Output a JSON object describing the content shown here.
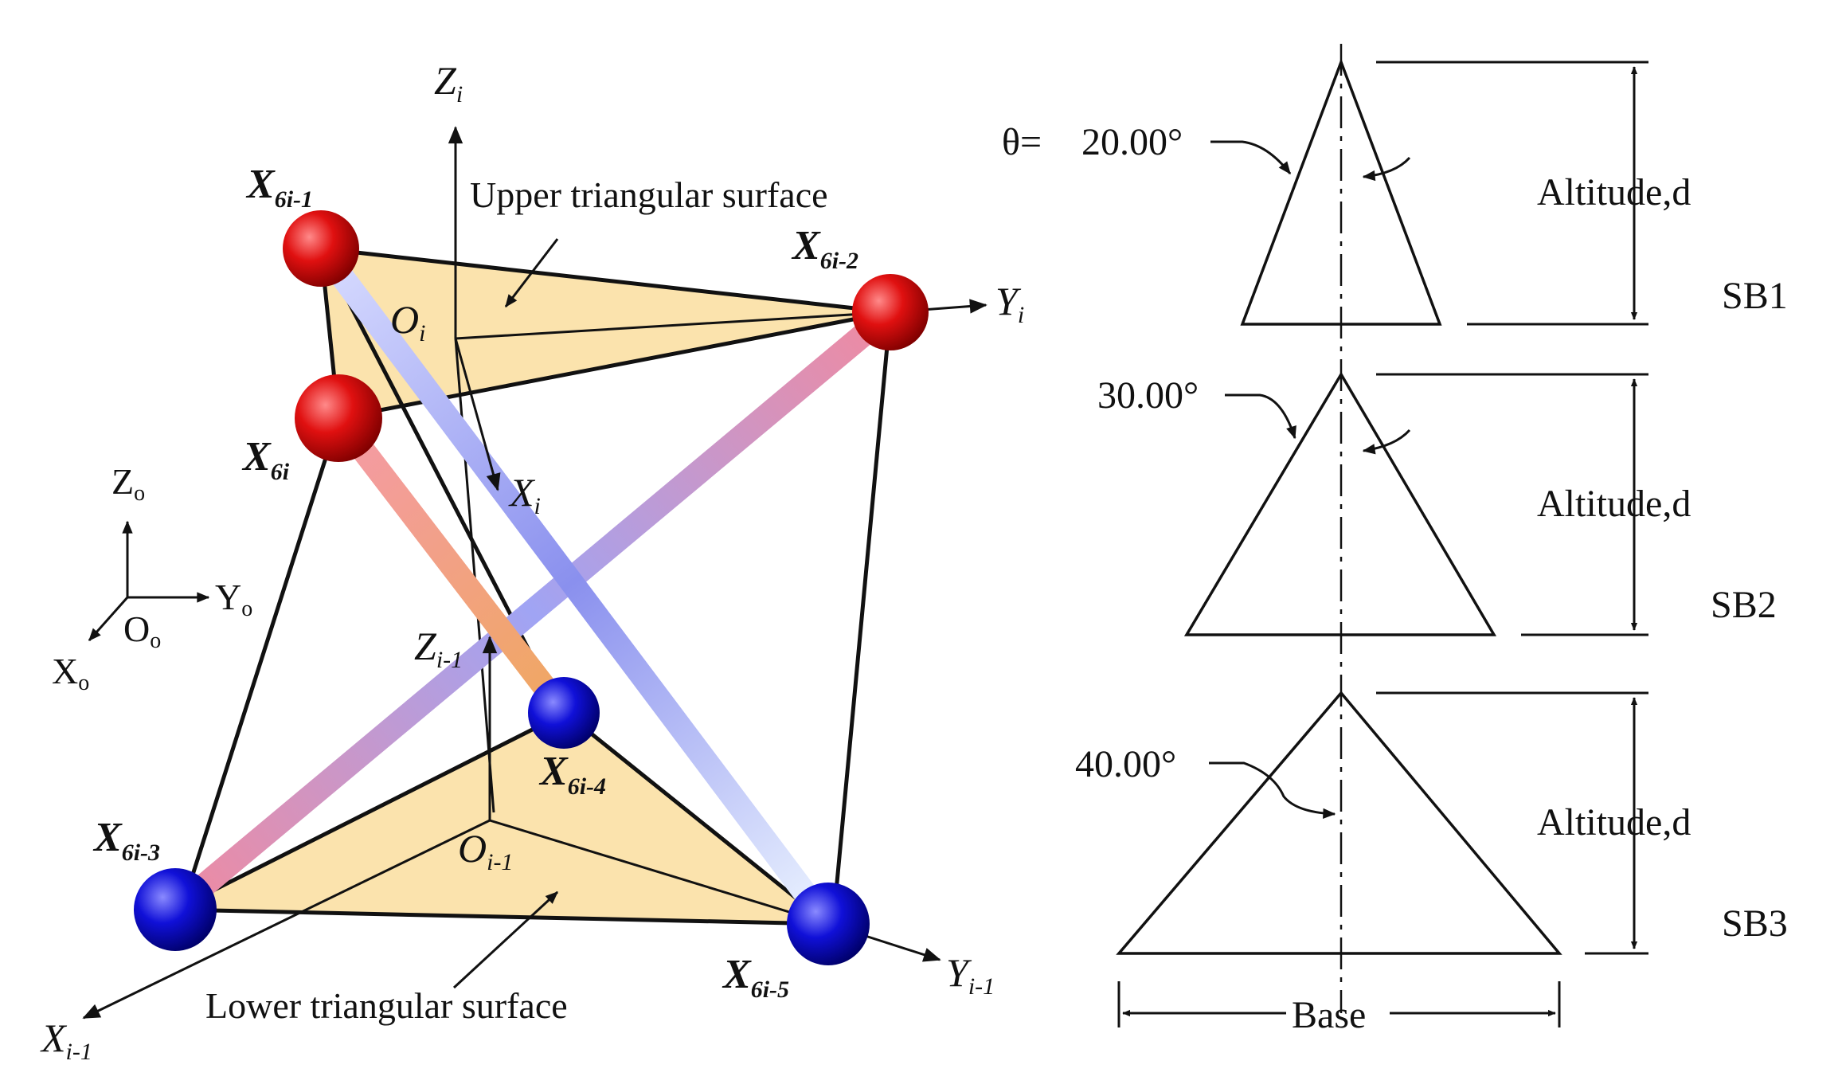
{
  "left_diagram": {
    "nodes": [
      {
        "id": "x6i1",
        "base": "X",
        "sub": "6i-1",
        "color": "red"
      },
      {
        "id": "x6i2",
        "base": "X",
        "sub": "6i-2",
        "color": "red"
      },
      {
        "id": "x6i",
        "base": "X",
        "sub": "6i",
        "color": "red"
      },
      {
        "id": "x6i3",
        "base": "X",
        "sub": "6i-3",
        "color": "blue"
      },
      {
        "id": "x6i4",
        "base": "X",
        "sub": "6i-4",
        "color": "blue"
      },
      {
        "id": "x6i5",
        "base": "X",
        "sub": "6i-5",
        "color": "blue"
      }
    ],
    "axes": {
      "zi": {
        "base": "Z",
        "sub": "i"
      },
      "yi": {
        "base": "Y",
        "sub": "i"
      },
      "xi": {
        "base": "X",
        "sub": "i"
      },
      "oi": {
        "base": "O",
        "sub": "i"
      },
      "zi1": {
        "base": "Z",
        "sub": "i-1"
      },
      "yi1": {
        "base": "Y",
        "sub": "i-1"
      },
      "xi1": {
        "base": "X",
        "sub": "i-1"
      },
      "oi1": {
        "base": "O",
        "sub": "i-1"
      }
    },
    "global_axes": {
      "z": {
        "base": "Z",
        "sub": "o"
      },
      "y": {
        "base": "Y",
        "sub": "o"
      },
      "o": {
        "base": "O",
        "sub": "o"
      },
      "x": {
        "base": "X",
        "sub": "o"
      }
    },
    "upper_label": "Upper triangular surface",
    "lower_label": "Lower triangular surface",
    "colors": {
      "red_node": "#e01010",
      "blue_node": "#1010d8",
      "surface_fill": "#fbe3ad",
      "strut_pink": "#f2a0b0",
      "strut_blue": "#9fa6f2"
    }
  },
  "right_diagram": {
    "theta_label": "θ=",
    "angles": [
      "20.00°",
      "30.00°",
      "40.00°"
    ],
    "altitude_label": "Altitude,d",
    "series": [
      "SB1",
      "SB2",
      "SB3"
    ],
    "base_label": "Base"
  }
}
